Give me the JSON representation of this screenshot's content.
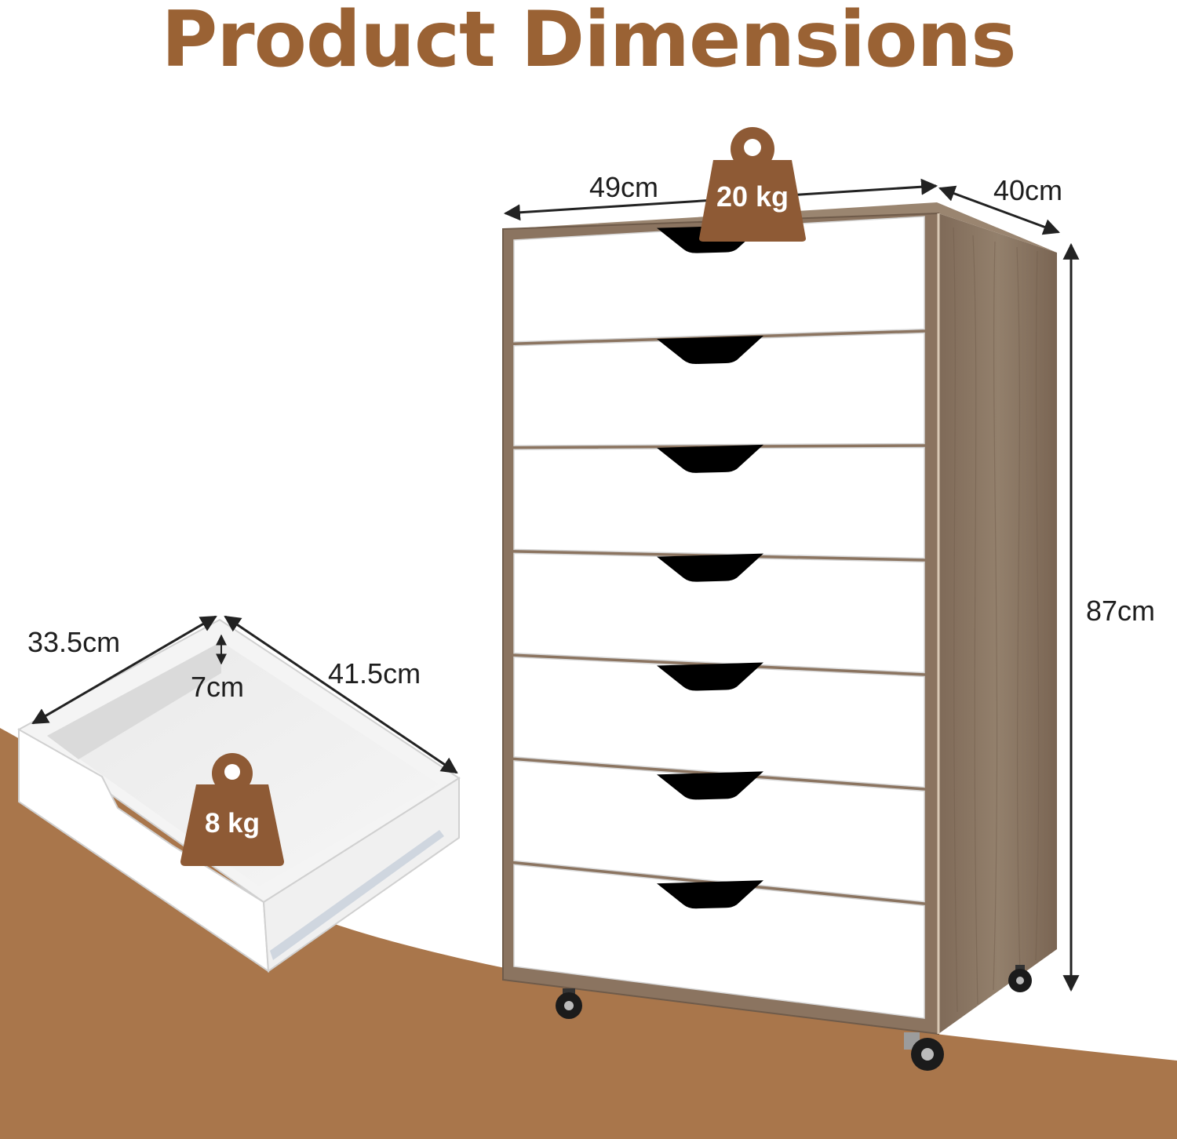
{
  "title": "Product Dimensions",
  "colors": {
    "accent": "#9a6234",
    "floor": "#a9764b",
    "weight_tag": "#8e5a35",
    "wood": "#8b7460",
    "drawer_front": "#ffffff",
    "handle": "#000000"
  },
  "cabinet": {
    "drawer_count": 7,
    "weight_capacity": "20 kg",
    "width": "49cm",
    "depth": "40cm",
    "height": "87cm"
  },
  "drawer": {
    "weight_capacity": "8 kg",
    "width": "33.5cm",
    "depth": "41.5cm",
    "inner_height": "7cm"
  },
  "icons": [
    "weight-icon",
    "caster-wheel-icon"
  ]
}
